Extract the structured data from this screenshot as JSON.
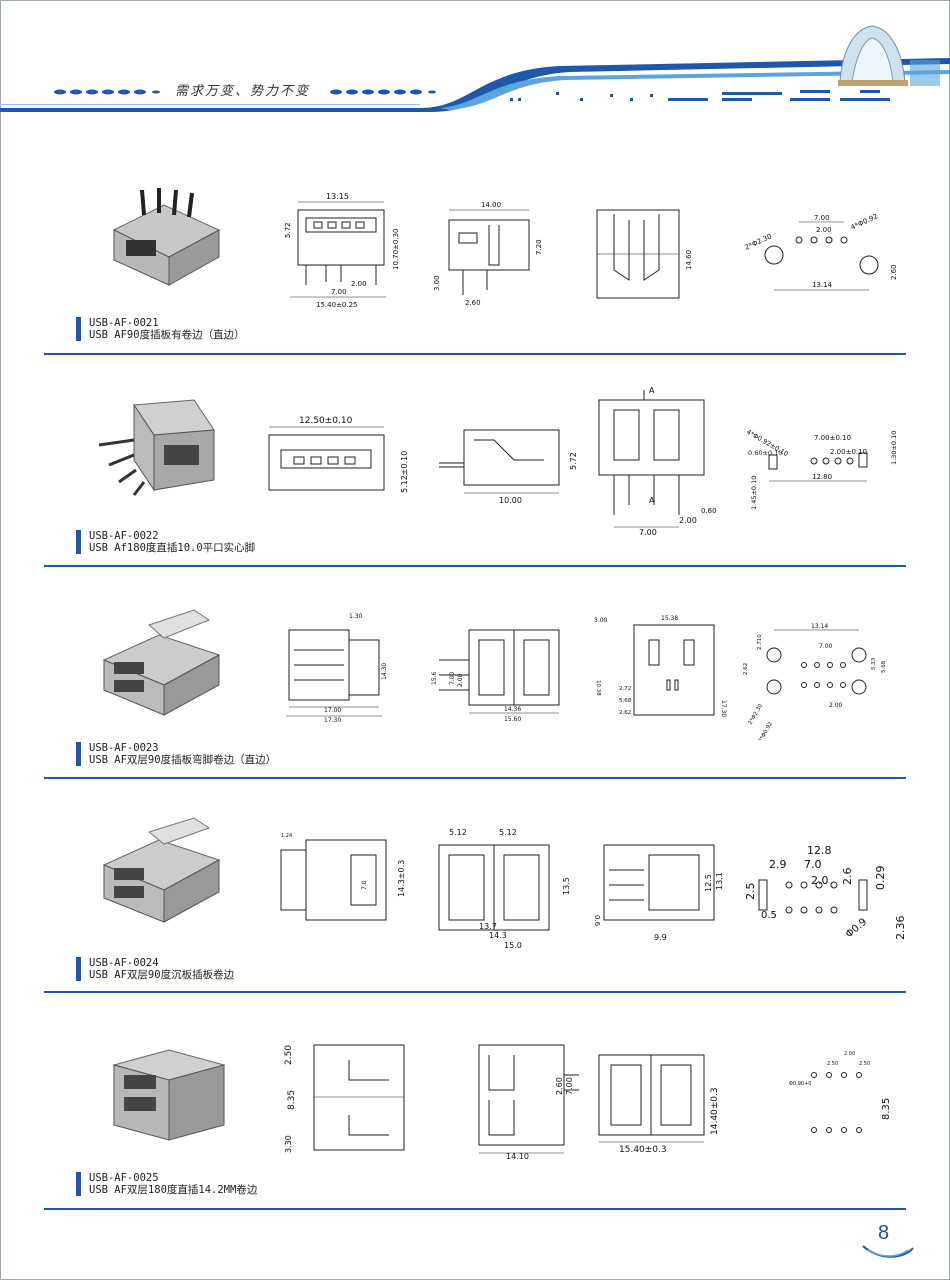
{
  "header": {
    "slogan": "需求万变、势力不变"
  },
  "products": [
    {
      "code": "USB-AF-0021",
      "desc": "USB AF90度插板有卷边（直边）",
      "dims": [
        "13.15",
        "5.72",
        "10.70±0.30",
        "7.00",
        "2.00",
        "15.40±0.25",
        "14.00",
        "7.20",
        "3.00",
        "2.60",
        "14.60",
        "7.00",
        "2.00",
        "4*Φ0.92",
        "2*Φ2.30",
        "13.14",
        "2.60"
      ]
    },
    {
      "code": "USB-AF-0022",
      "desc": "USB Af180度直插10.0平口实心脚",
      "dims": [
        "12.50±0.10",
        "5.12±0.10",
        "10.00",
        "5.72",
        "A",
        "A",
        "0.60",
        "2.00",
        "7.00",
        "4*Φ0.92±0.10",
        "7.00±0.10",
        "0.60±0.10",
        "2.00±0.10",
        "1.30±0.10",
        "12.80",
        "1.45±0.10"
      ]
    },
    {
      "code": "USB-AF-0023",
      "desc": "USB AF双层90度插板弯脚卷边（直边）",
      "dims": [
        "1.30",
        "14.30",
        "17.00",
        "17.30",
        "15.6",
        "7.00",
        "2.00",
        "14.36",
        "15.60",
        "3.00",
        "15.38",
        "10.38",
        "2.72",
        "5.68",
        "2.62",
        "17.30",
        "13.14",
        "2.710",
        "2.62",
        "7.00",
        "5.33",
        "5.68",
        "2*Φ2.30",
        "2.00",
        "8*Φ0.92"
      ]
    },
    {
      "code": "USB-AF-0024",
      "desc": "USB AF双层90度沉板插板卷边",
      "dims": [
        "1.24",
        "14.3±0.3",
        "7.0",
        "5.12",
        "5.12",
        "13.5",
        "13.7",
        "14.3",
        "15.0",
        "0.6",
        "13.1",
        "12.5",
        "9.9",
        "12.8",
        "2.9",
        "7.0",
        "2.0",
        "2.6",
        "0.29",
        "2.5",
        "0.5",
        "2.36",
        "Φ0.9"
      ]
    },
    {
      "code": "USB-AF-0025",
      "desc": "USB AF双层180度直插14.2MM卷边",
      "dims": [
        "2.50",
        "8.35",
        "3.30",
        "7.00",
        "2.60",
        "14.10",
        "14.40±0.3",
        "15.40±0.3",
        "2.00",
        "2.50",
        "2.50",
        "Φ0.90+0",
        "8.35"
      ]
    }
  ],
  "page": {
    "number": "8"
  }
}
